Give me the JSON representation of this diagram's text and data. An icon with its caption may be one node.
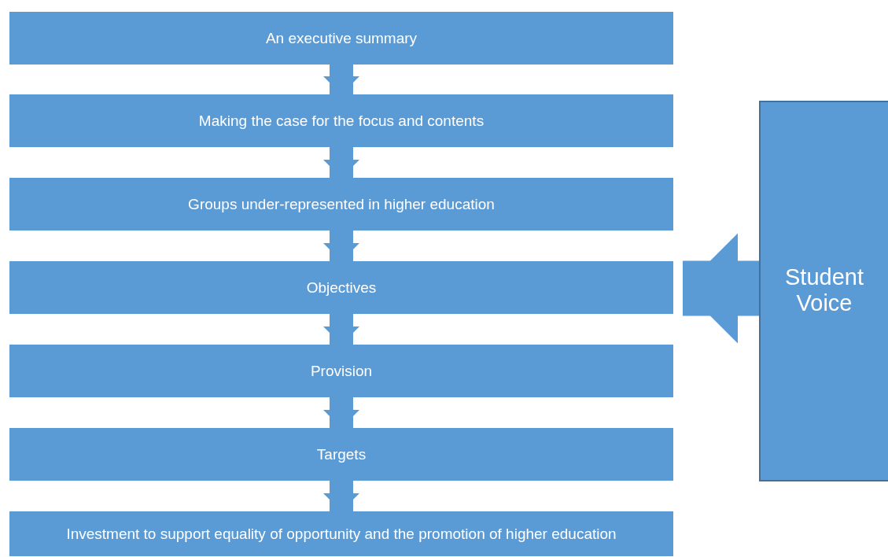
{
  "diagram": {
    "nodes": [
      {
        "text": [
          "An executive summary"
        ]
      },
      {
        "text": [
          "Making the case for the focus and contents"
        ]
      },
      {
        "text": [
          "Groups under-represented in higher education"
        ]
      },
      {
        "text": [
          "Objectives"
        ]
      },
      {
        "text": [
          "Provision"
        ]
      },
      {
        "text": [
          "Targets"
        ]
      },
      {
        "text": [
          "Investment to support equality of opportunity and the promotion of higher education"
        ]
      },
      {
        "text": [
          "Student Voice"
        ]
      }
    ],
    "edges": [
      {
        "from": 0,
        "to": 1,
        "arrow": "to"
      },
      {
        "from": 1,
        "to": 2,
        "arrow": "to"
      },
      {
        "from": 2,
        "to": 3,
        "arrow": "to"
      },
      {
        "from": 3,
        "to": 4,
        "arrow": "to"
      },
      {
        "from": 4,
        "to": 5,
        "arrow": "to"
      },
      {
        "from": 5,
        "to": 6,
        "arrow": "to"
      },
      {
        "from": 7,
        "to": 3,
        "arrow": "to",
        "style": "thick"
      }
    ]
  }
}
